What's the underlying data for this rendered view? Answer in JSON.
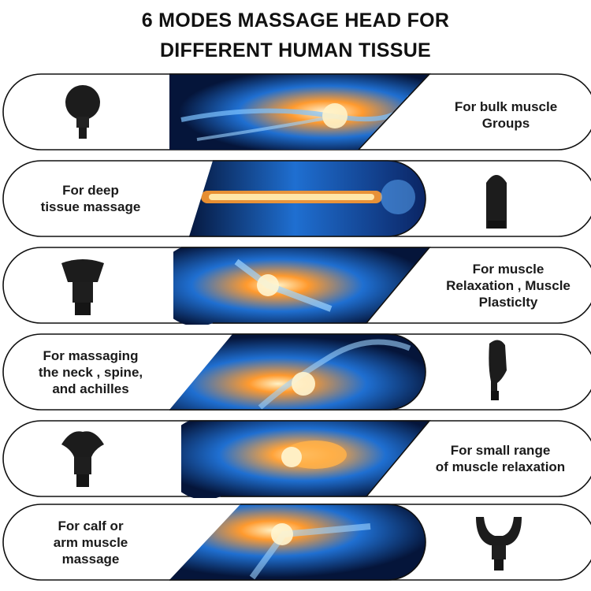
{
  "title": {
    "line1": "6 MODES MASSAGE HEAD FOR",
    "line2": "DIFFERENT HUMAN TISSUE"
  },
  "rows": [
    {
      "lines": [
        "For bulk muscle",
        "Groups"
      ],
      "head_icon": "ball-head-icon",
      "image_icon": "elbow-joint-xray-icon"
    },
    {
      "lines": [
        "For deep",
        "tissue massage"
      ],
      "head_icon": "bullet-head-icon",
      "image_icon": "spine-xray-icon"
    },
    {
      "lines": [
        "For muscle",
        "Relaxation , Muscle",
        "Plasticlty"
      ],
      "head_icon": "flat-head-icon",
      "image_icon": "ankle-joint-xray-icon"
    },
    {
      "lines": [
        "For massaging",
        "the neck , spine,",
        "and achilles"
      ],
      "head_icon": "curved-head-icon",
      "image_icon": "knee-joint-xray-icon"
    },
    {
      "lines": [
        "For small range",
        "of muscle relaxation"
      ],
      "head_icon": "cushion-head-icon",
      "image_icon": "leg-xray-icon"
    },
    {
      "lines": [
        "For calf or",
        "arm muscle",
        "massage"
      ],
      "head_icon": "fork-head-icon",
      "image_icon": "knee-xray-icon"
    }
  ],
  "colors": {
    "xray_dark": "#05153a",
    "xray_blue": "#1f6fd1",
    "glow": "#ff9a2e",
    "head_black": "#1c1c1c"
  }
}
